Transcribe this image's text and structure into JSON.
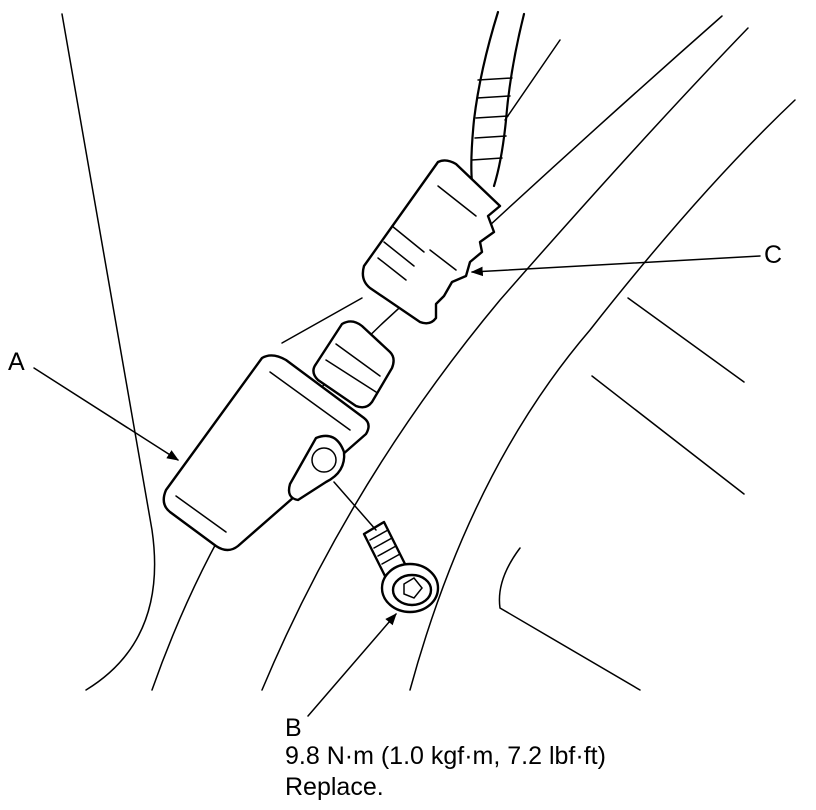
{
  "callouts": {
    "a": "A",
    "b": "B",
    "c": "C"
  },
  "bolt_spec": {
    "torque": "9.8 N·m (1.0 kgf·m, 7.2 lbf·ft)",
    "note": "Replace."
  }
}
